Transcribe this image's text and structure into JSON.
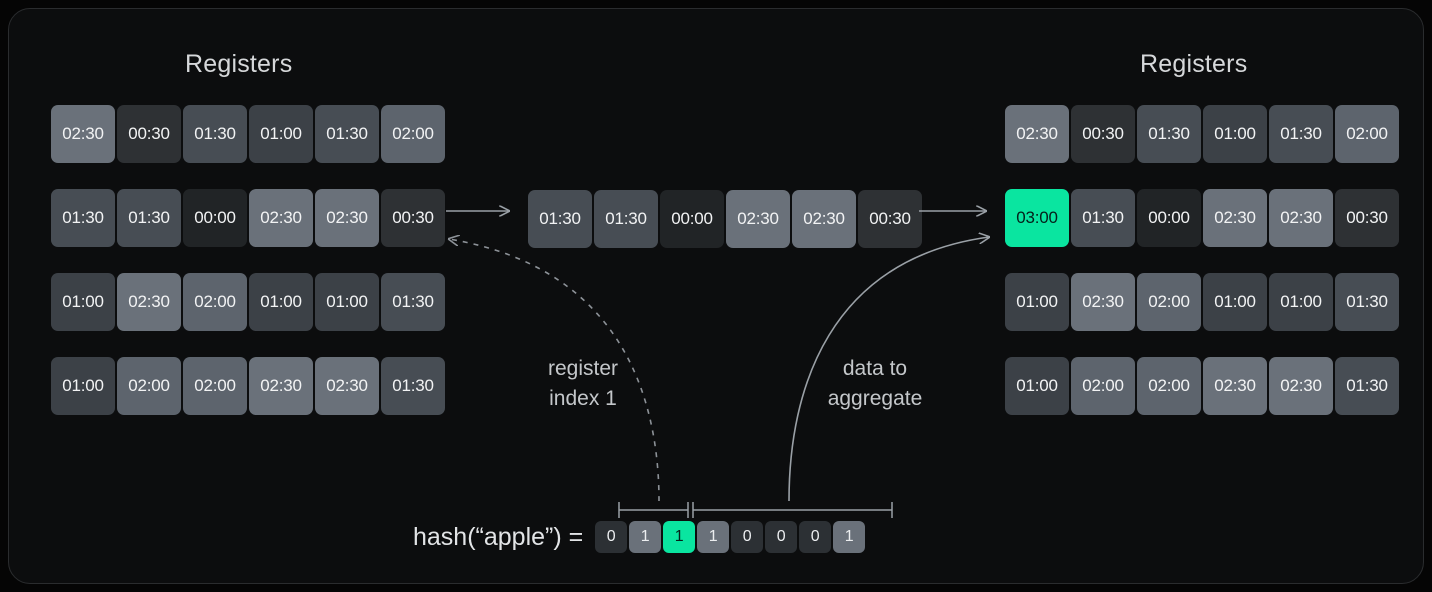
{
  "card": {
    "background": "#0c0d0e",
    "border_color": "#2a2c2e",
    "accent_color": "#0ae5a0"
  },
  "left_panel": {
    "title": "Registers",
    "rows": [
      [
        "02:30",
        "00:30",
        "01:30",
        "01:00",
        "01:30",
        "02:00"
      ],
      [
        "01:30",
        "01:30",
        "00:00",
        "02:30",
        "02:30",
        "00:30"
      ],
      [
        "01:00",
        "02:30",
        "02:00",
        "01:00",
        "01:00",
        "01:30"
      ],
      [
        "01:00",
        "02:00",
        "02:00",
        "02:30",
        "02:30",
        "01:30"
      ]
    ]
  },
  "right_panel": {
    "title": "Registers",
    "rows": [
      [
        "02:30",
        "00:30",
        "01:30",
        "01:00",
        "01:30",
        "02:00"
      ],
      [
        "03:00",
        "01:30",
        "00:00",
        "02:30",
        "02:30",
        "00:30"
      ],
      [
        "01:00",
        "02:30",
        "02:00",
        "01:00",
        "01:00",
        "01:30"
      ],
      [
        "01:00",
        "02:00",
        "02:00",
        "02:30",
        "02:30",
        "01:30"
      ]
    ],
    "highlight": {
      "row": 1,
      "col": 0,
      "value": "03:00"
    }
  },
  "middle_row": {
    "values": [
      "01:30",
      "01:30",
      "00:00",
      "02:30",
      "02:30",
      "00:30"
    ]
  },
  "annotations": {
    "register_index": "register\nindex 1",
    "data_to_aggregate": "data to\naggregate"
  },
  "hash": {
    "label": "hash(“apple”) =",
    "bits": [
      "0",
      "1",
      "1",
      "1",
      "0",
      "0",
      "0",
      "1"
    ],
    "highlight_index": 2,
    "index_span": [
      0,
      1
    ],
    "data_span": [
      2,
      7
    ]
  }
}
